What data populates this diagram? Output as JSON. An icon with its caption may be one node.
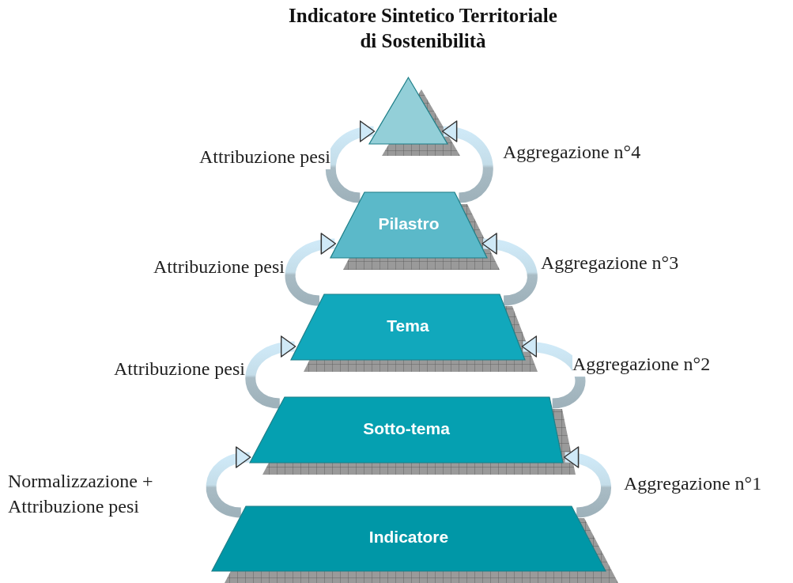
{
  "diagram": {
    "title": "Indicatore Sintetico Territoriale di Sostenibilità",
    "nodes": [
      {
        "text": [],
        "shape": "triangle"
      },
      {
        "text": [
          "Pilastro"
        ]
      },
      {
        "text": [
          "Tema"
        ]
      },
      {
        "text": [
          "Sotto-tema"
        ]
      },
      {
        "text": [
          "Indicatore"
        ]
      }
    ],
    "edges": [
      {
        "from": 1,
        "to": 0,
        "arrow": "to",
        "label": "Attribuzione pesi"
      },
      {
        "from": 1,
        "to": 0,
        "arrow": "to",
        "label": "Aggregazione n°4"
      },
      {
        "from": 2,
        "to": 1,
        "arrow": "to",
        "label": "Attribuzione pesi"
      },
      {
        "from": 2,
        "to": 1,
        "arrow": "to",
        "label": "Aggregazione n°3"
      },
      {
        "from": 3,
        "to": 2,
        "arrow": "to",
        "label": "Attribuzione pesi"
      },
      {
        "from": 3,
        "to": 2,
        "arrow": "to",
        "label": "Aggregazione n°2"
      },
      {
        "from": 4,
        "to": 3,
        "arrow": "to",
        "label": "Normalizzazione + Attribuzione pesi"
      },
      {
        "from": 4,
        "to": 3,
        "arrow": "to",
        "label": "Aggregazione n°1"
      }
    ]
  }
}
